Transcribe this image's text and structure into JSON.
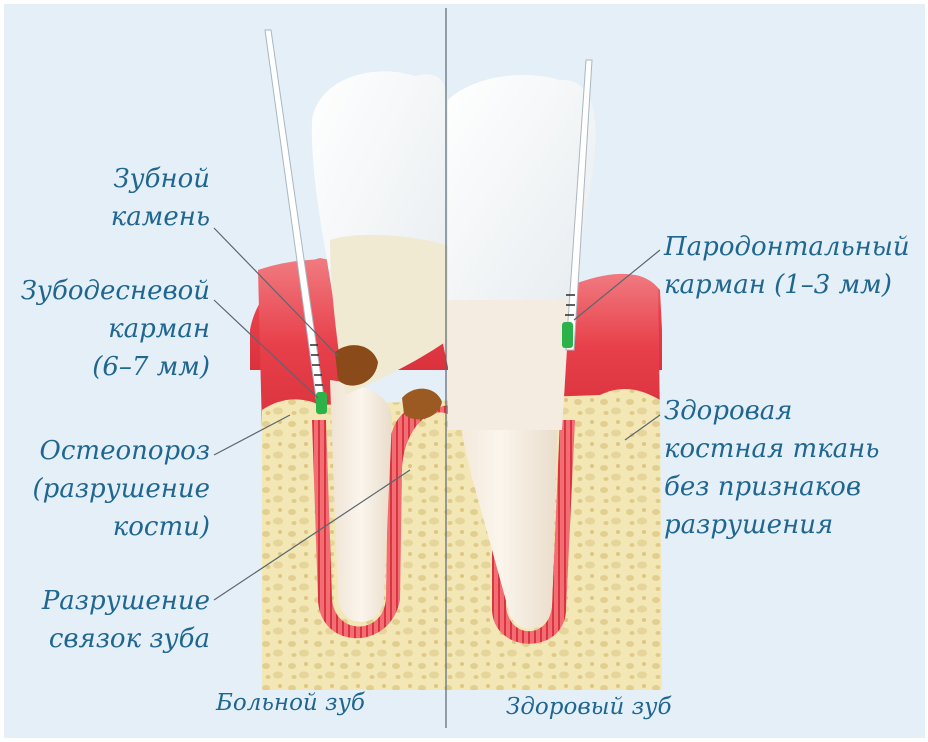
{
  "labels": {
    "calculus": [
      "Зубной",
      "камень"
    ],
    "gingival_pocket": [
      "Зубодесневой",
      "карман",
      "(6–7 мм)"
    ],
    "osteoporosis": [
      "Остеопороз",
      "(разрушение",
      "кости)"
    ],
    "ligament_destruction": [
      "Разрушение",
      "связок зуба"
    ],
    "periodontal_pocket": [
      "Пародонтальный",
      "карман (1–3 мм)"
    ],
    "healthy_bone": [
      "Здоровая",
      "костная ткань",
      "без признаков",
      "разрушения"
    ]
  },
  "captions": {
    "sick_tooth": "Больной зуб",
    "healthy_tooth": "Здоровый зуб"
  },
  "colors": {
    "background": "#e4eff7",
    "text": "#1f6690",
    "gum": "#e8404a",
    "bone": "#f3e7b6",
    "enamel": "#ffffff",
    "probe_mark": "#2bb34a",
    "calculus": "#8a4a1a"
  }
}
